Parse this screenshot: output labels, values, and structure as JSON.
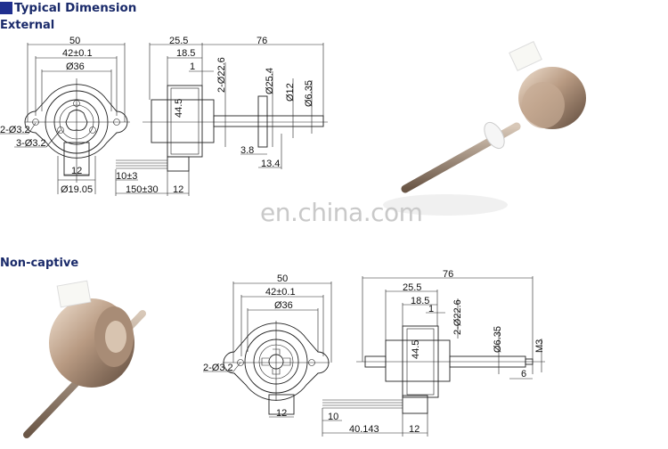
{
  "header": {
    "title": "Typical Dimension"
  },
  "sections": {
    "external": {
      "label": "External",
      "front": {
        "d50": "50",
        "d42": "42±0.1",
        "d36": "Ø36",
        "holes2": "2-Ø3.2",
        "holes3": "3-Ø3.2",
        "tab": "12",
        "boss": "Ø19.05"
      },
      "side": {
        "d25_5": "25.5",
        "d76": "76",
        "d18_5": "18.5",
        "d1": "1",
        "d22_6": "2-Ø22.6",
        "d44_5": "44.5",
        "d25_4": "Ø25.4",
        "d12": "Ø12",
        "d6_35": "Ø6.35",
        "d3_8": "3.8",
        "d13_4": "13.4",
        "d10": "10±3",
        "d150": "150±30",
        "d12b": "12"
      }
    },
    "noncaptive": {
      "label": "Non-captive",
      "front": {
        "d50": "50",
        "d42": "42±0.1",
        "d36": "Ø36",
        "holes2": "2-Ø3.2",
        "tab": "12"
      },
      "side": {
        "d76": "76",
        "d25_5": "25.5",
        "d18_5": "18.5",
        "d1": "1",
        "d22_6": "2-Ø22.6",
        "d44_5": "44.5",
        "d6_35": "Ø6.35",
        "m3": "M3",
        "d6": "6",
        "d10": "10",
        "d40": "40.143",
        "d12b": "12"
      }
    }
  },
  "watermark": "en.china.com",
  "colors": {
    "heading": "#1a2a6a",
    "square": "#1f2f8f",
    "watermark": "#c9c9c9"
  }
}
